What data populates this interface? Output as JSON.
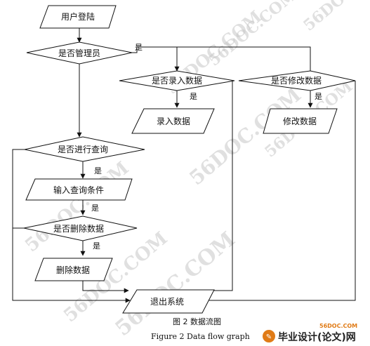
{
  "nodes": {
    "user_login": "用户登陆",
    "is_admin": "是否管理员",
    "is_enter": "是否录入数据",
    "is_modify": "是否修改数据",
    "enter_data": "录入数据",
    "modify_data": "修改数据",
    "is_query": "是否进行查询",
    "input_query": "输入查询条件",
    "is_delete": "是否删除数据",
    "delete_data": "删除数据",
    "exit_system": "退出系统"
  },
  "edges": {
    "admin_yes": "是",
    "enter_yes": "是",
    "modify_yes": "是",
    "query_yes": "是",
    "input_yes": "是",
    "delete_yes": "是"
  },
  "caption": {
    "chinese": "图 2  数据流图",
    "english": "Figure 2 Data flow graph"
  },
  "watermark": {
    "text": "56DOC.COM",
    "color": "#c8c8c8"
  },
  "brand": {
    "site": "56DOC.COM",
    "name": "毕业设计(论文)网"
  }
}
